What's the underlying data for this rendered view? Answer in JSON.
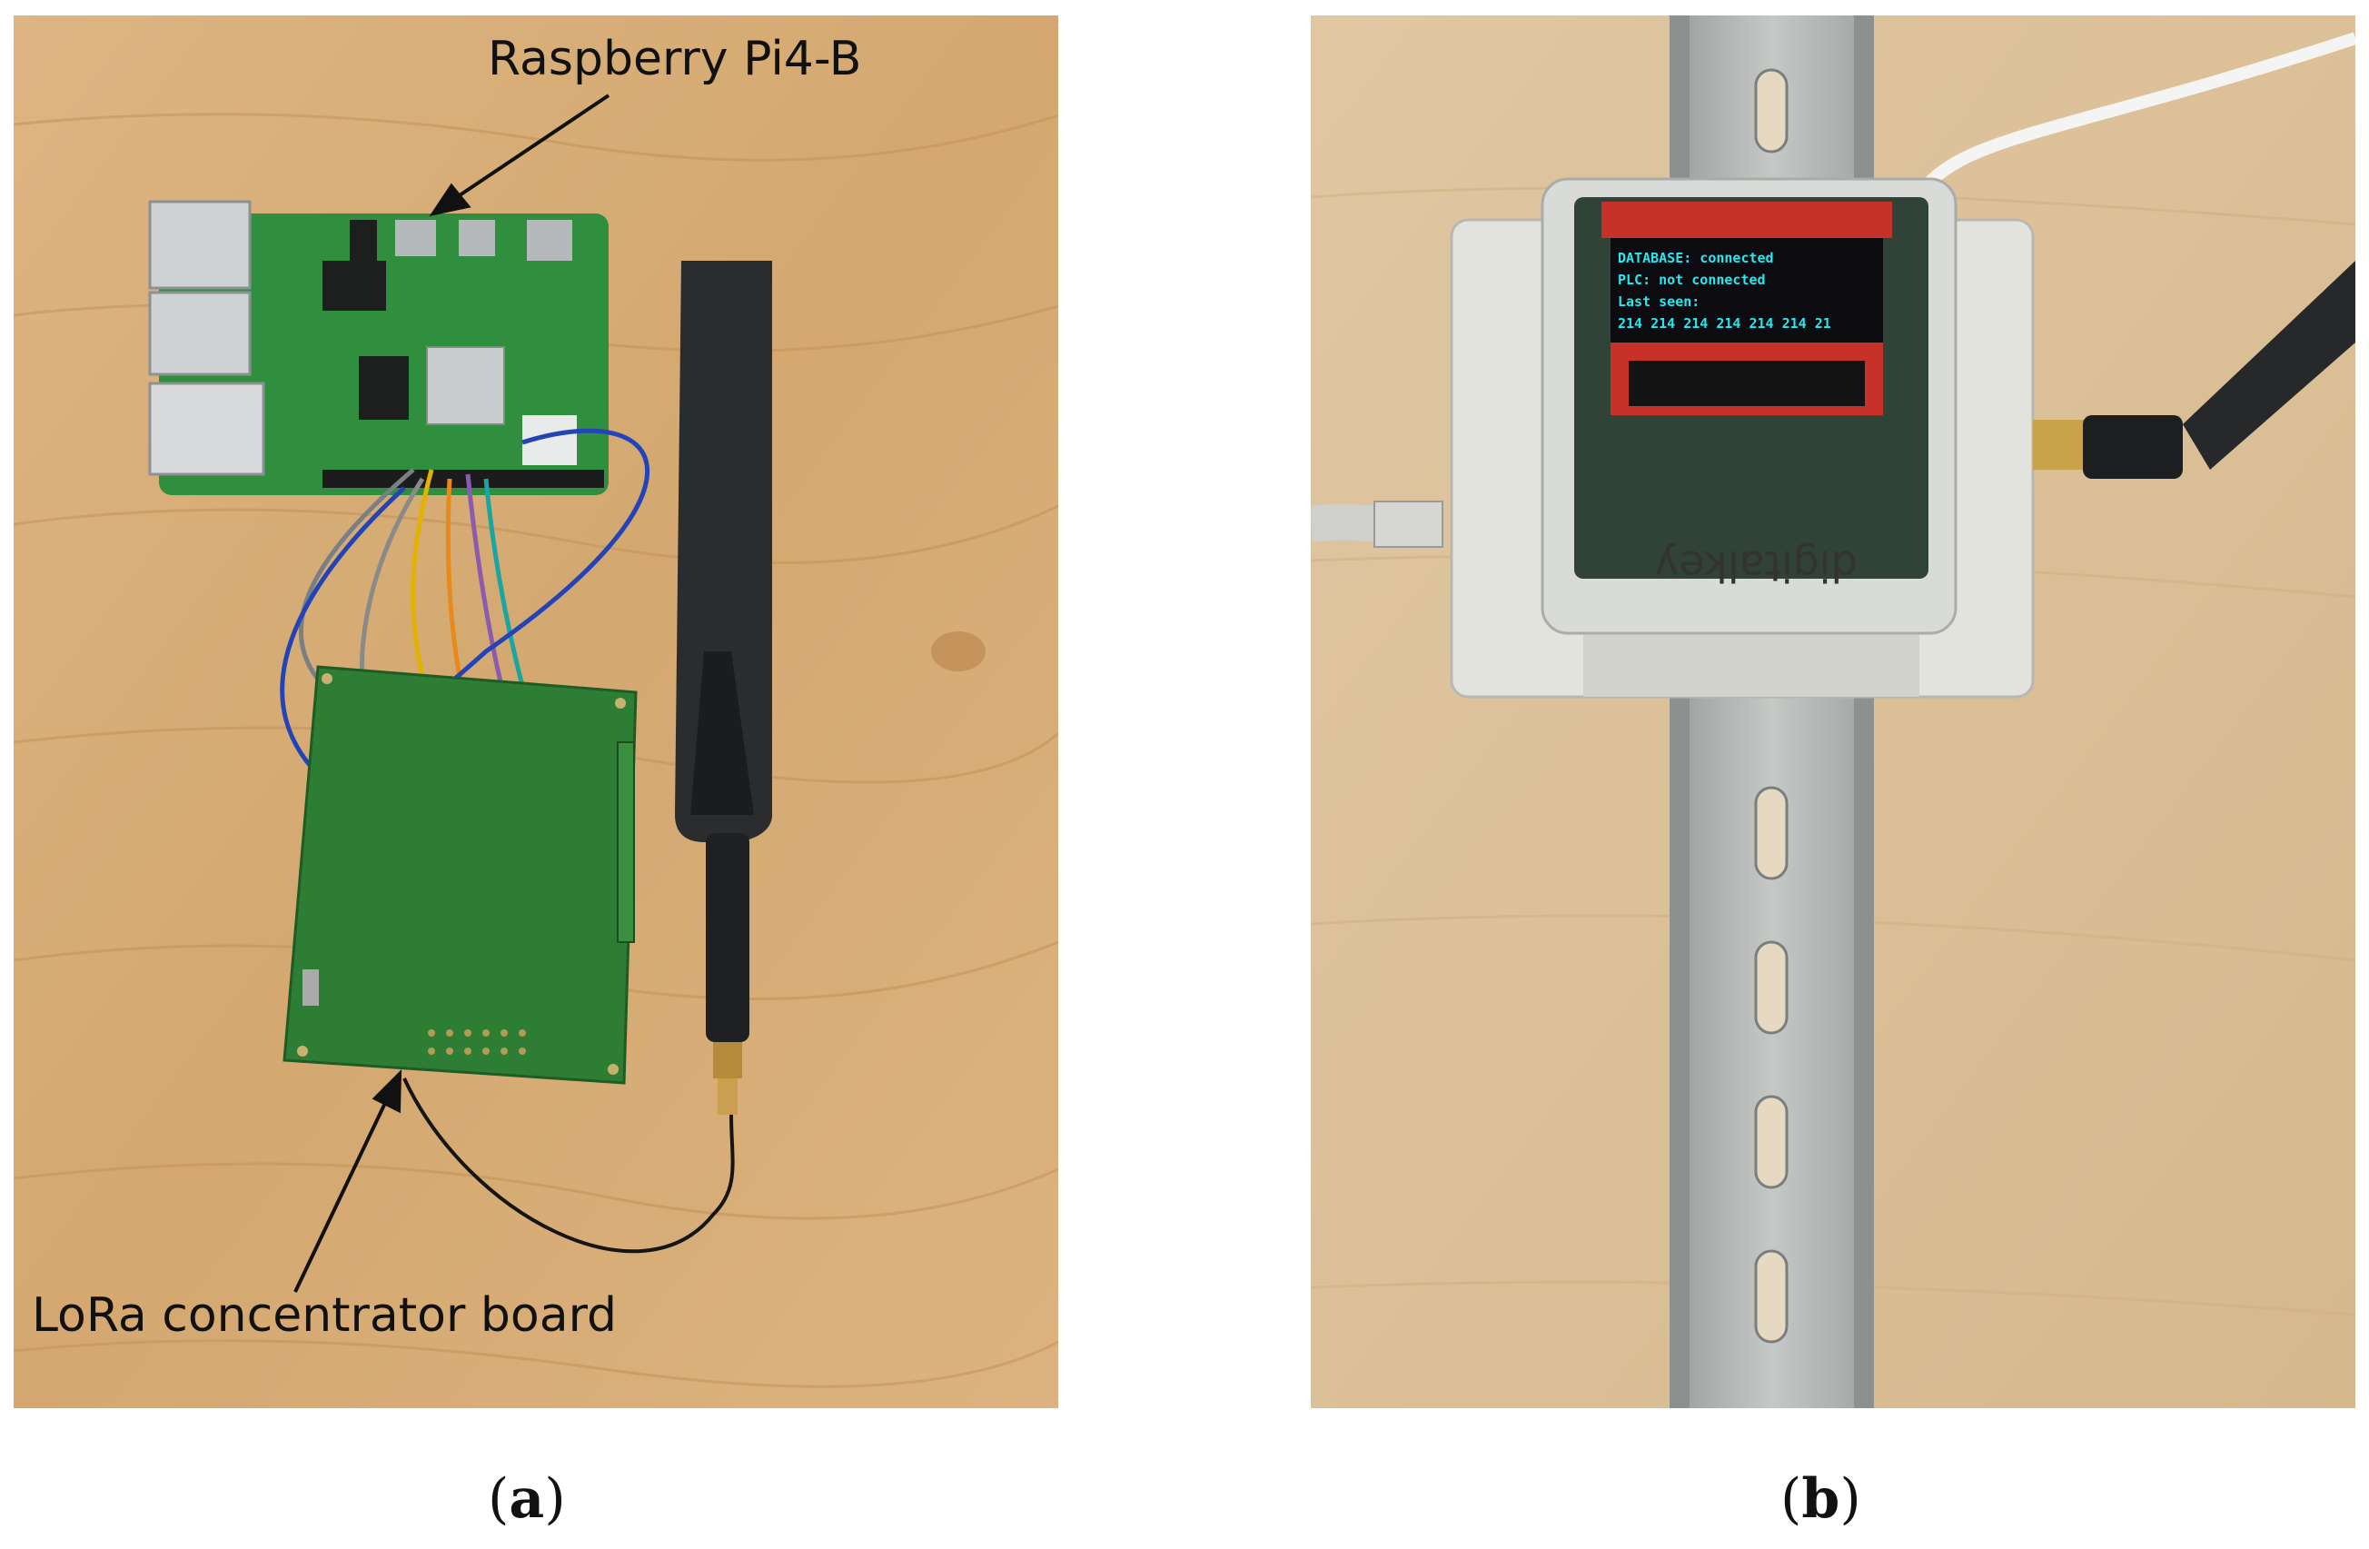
{
  "panel_a": {
    "callouts": {
      "raspberry_pi": "Raspberry Pi4-B",
      "lora_board": "LoRa concentrator board"
    },
    "caption_letter": "a"
  },
  "panel_b": {
    "oled_lines": [
      "DATABASE: connected",
      "PLC: not connected",
      "Last seen:",
      "214 214 214 214 214 214 21"
    ],
    "brand": "digitalkey",
    "caption_letter": "b"
  },
  "colors": {
    "wood": "#d9b17e",
    "wood_grain": "#c99a62",
    "pcb_green": "#2f8f3e",
    "lora_green": "#2e7d34",
    "antenna": "#2a2c2e",
    "enclosure": "#e3e3de",
    "din_rail": "#b9bbb9",
    "oled_text": "#27e8f0"
  }
}
